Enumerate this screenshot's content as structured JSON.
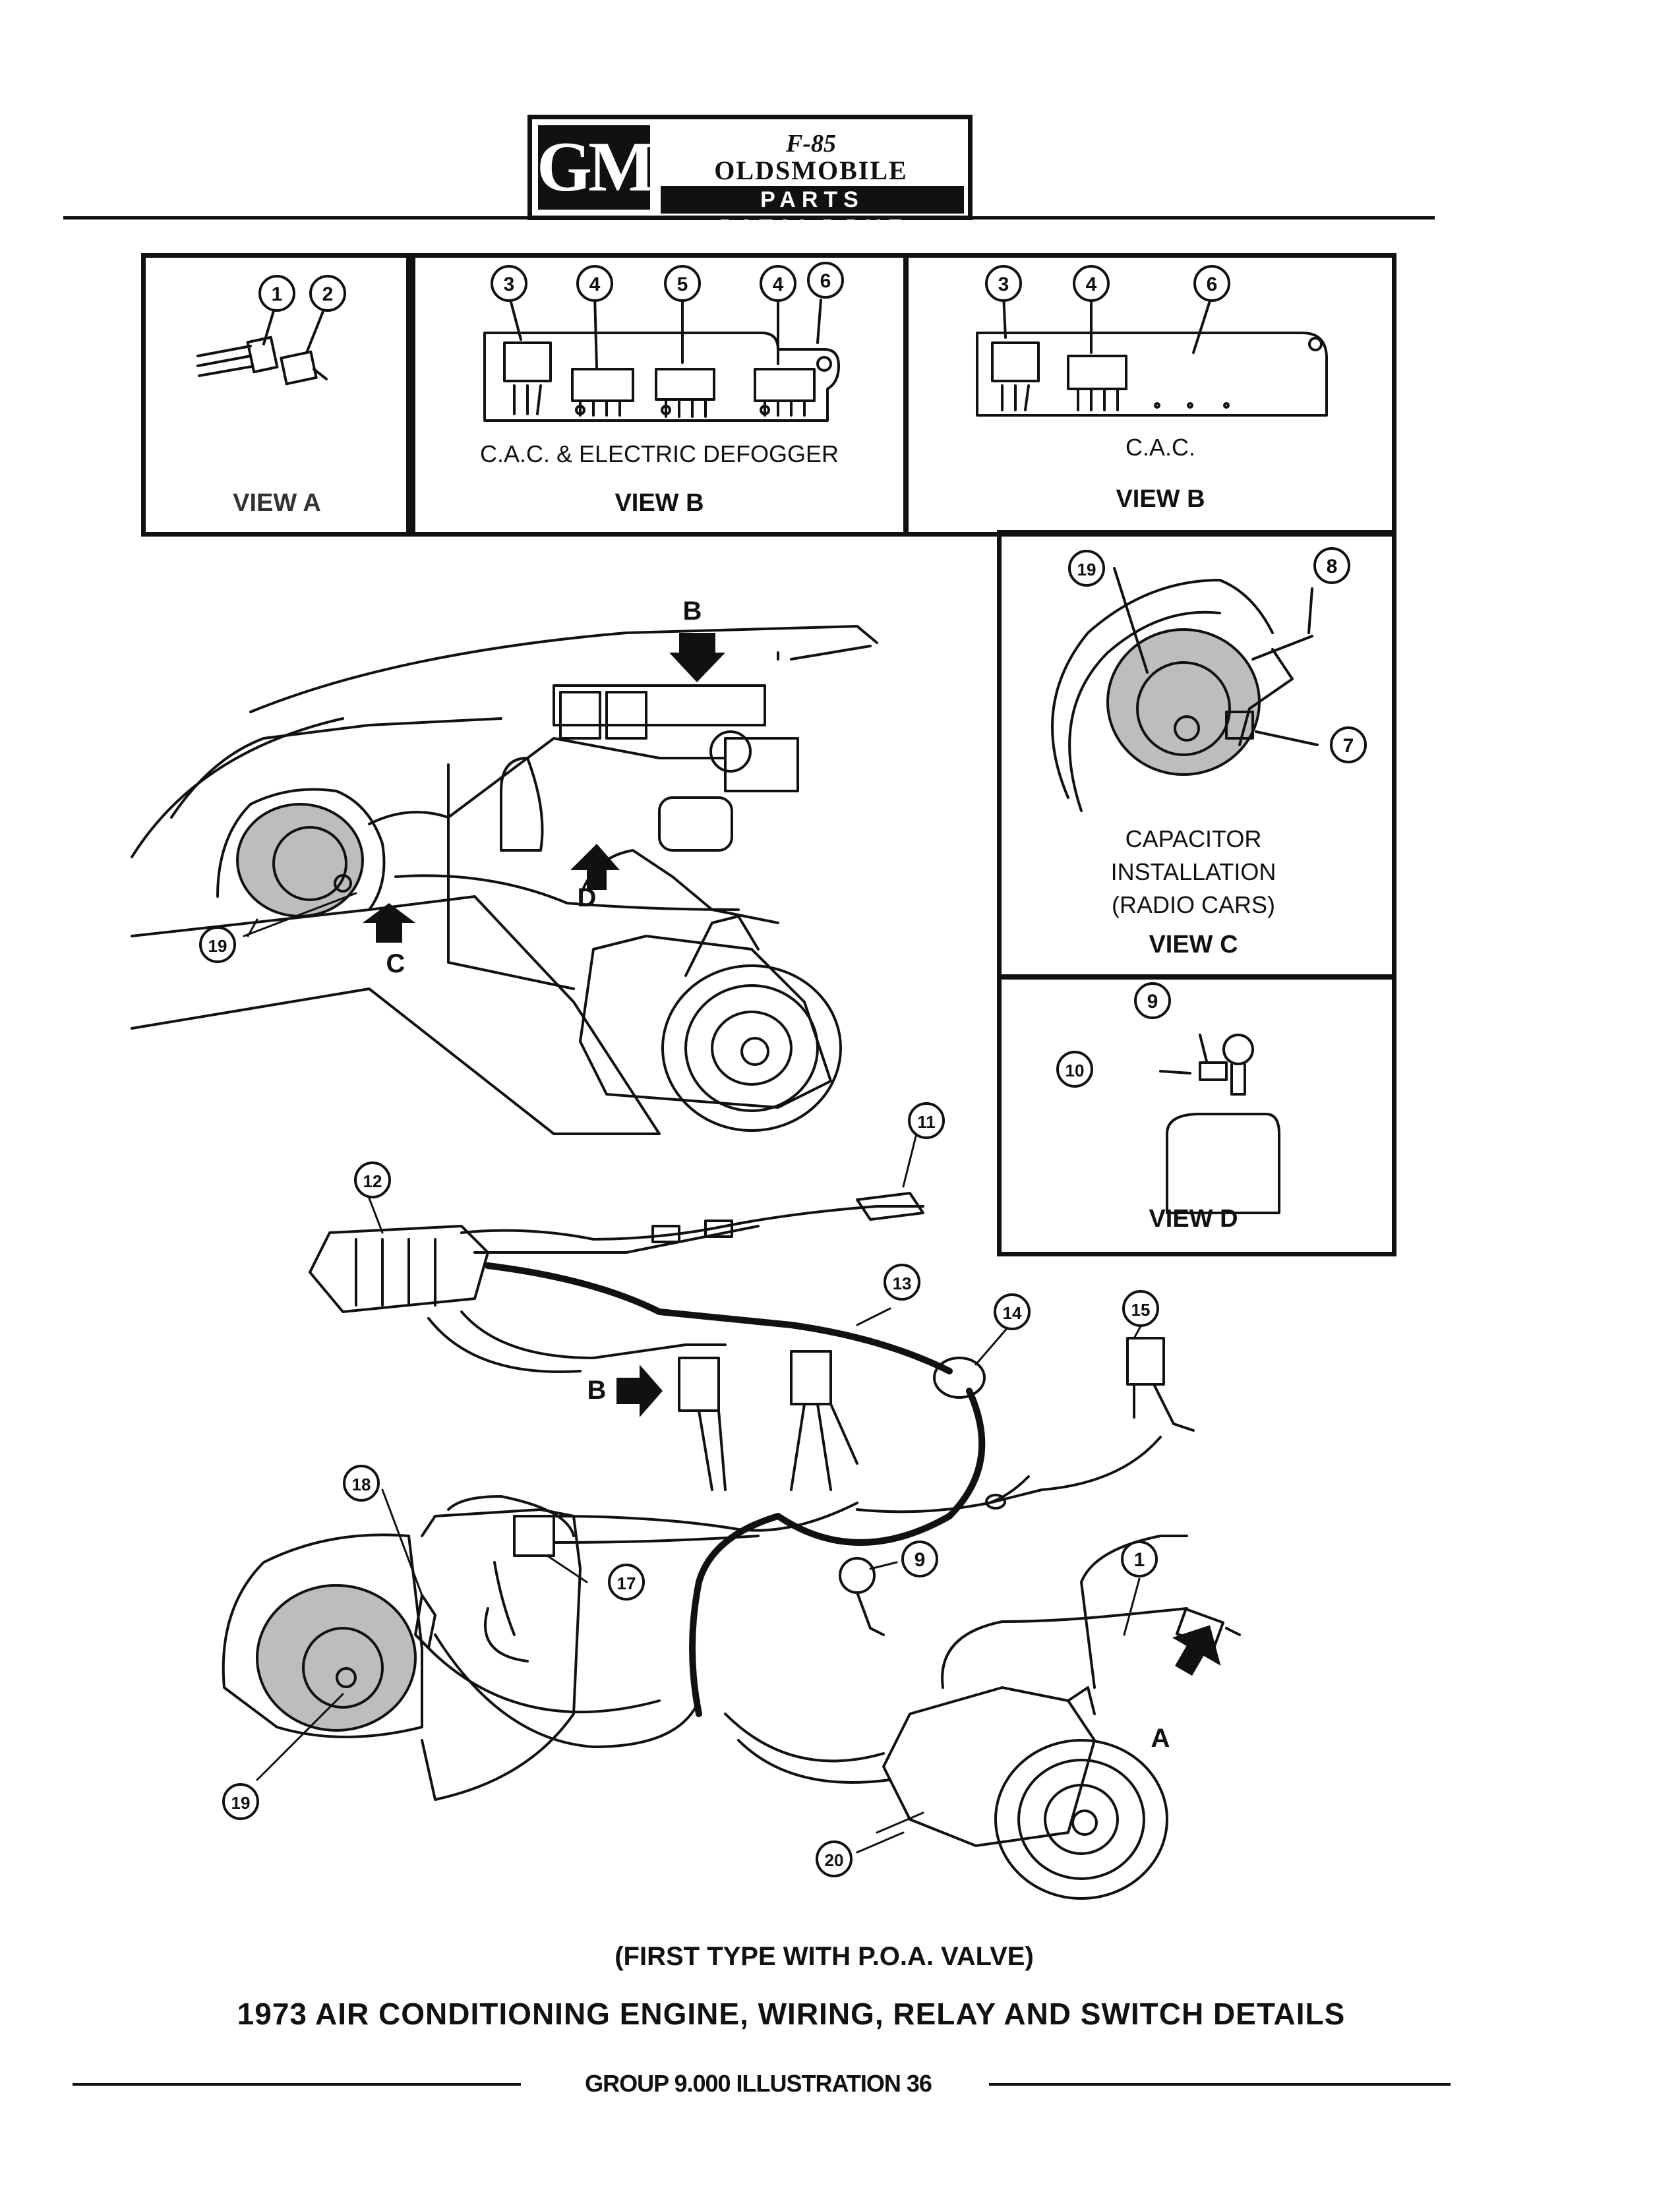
{
  "header": {
    "gm_logo": "GM",
    "model_mark": "F-85",
    "brand": "OLDSMOBILE",
    "catalogue": "PARTS CATALOGUE"
  },
  "views": {
    "view_a": {
      "label": "VIEW A",
      "callouts": [
        "1",
        "2"
      ]
    },
    "view_b1": {
      "caption": "C.A.C. & ELECTRIC DEFOGGER",
      "label": "VIEW B",
      "callouts": [
        "3",
        "4",
        "5",
        "4",
        "6"
      ]
    },
    "view_b2": {
      "caption": "C.A.C.",
      "label": "VIEW B",
      "callouts": [
        "3",
        "4",
        "6"
      ]
    },
    "view_c": {
      "caption_line1": "CAPACITOR",
      "caption_line2": "INSTALLATION",
      "caption_line3": "(RADIO CARS)",
      "label": "VIEW C",
      "callouts": [
        "19",
        "8",
        "7"
      ]
    },
    "view_d": {
      "label": "VIEW D",
      "callouts": [
        "9",
        "10"
      ]
    }
  },
  "main": {
    "arrow_labels": [
      "B",
      "C",
      "D",
      "B",
      "A"
    ],
    "callouts": [
      "19",
      "11",
      "12",
      "13",
      "14",
      "15",
      "18",
      "17",
      "9",
      "1",
      "19",
      "20"
    ]
  },
  "caption_type": "(FIRST TYPE WITH P.O.A. VALVE)",
  "title": "1973 AIR CONDITIONING ENGINE, WIRING, RELAY AND  SWITCH DETAILS",
  "footer": "GROUP 9.000 ILLUSTRATION 36"
}
